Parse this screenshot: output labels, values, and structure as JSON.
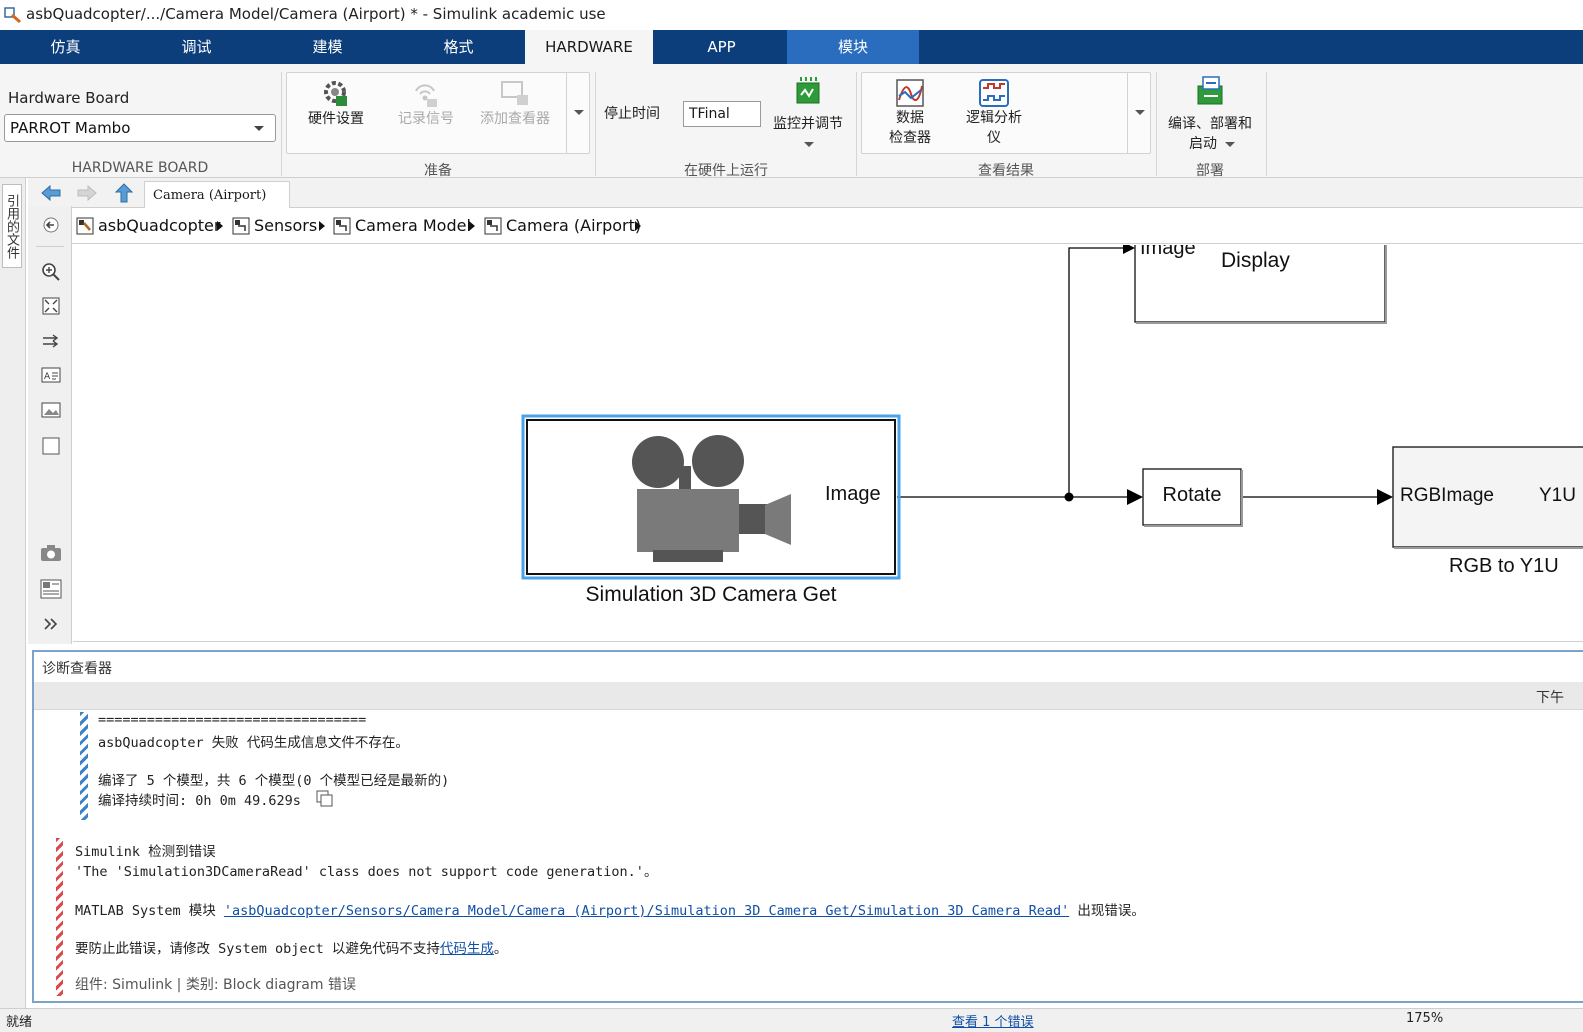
{
  "window": {
    "title": "asbQuadcopter/.../Camera Model/Camera (Airport) * - Simulink academic use"
  },
  "tabs": [
    {
      "label": "仿真"
    },
    {
      "label": "调试"
    },
    {
      "label": "建模"
    },
    {
      "label": "格式"
    },
    {
      "label": "HARDWARE"
    },
    {
      "label": "APP"
    },
    {
      "label": "模块"
    }
  ],
  "ribbon": {
    "hardware_board": {
      "label": "Hardware Board",
      "selected": "PARROT Mambo",
      "group_title": "HARDWARE BOARD"
    },
    "prepare": {
      "group_title": "准备",
      "hardware_settings": "硬件设置",
      "log_signals": "记录信号",
      "add_viewer": "添加查看器"
    },
    "run_on_hardware": {
      "group_title": "在硬件上运行",
      "stop_time_label": "停止时间",
      "stop_time_value": "TFinal",
      "monitor_tune": "监控并调节"
    },
    "review_results": {
      "group_title": "查看结果",
      "data_inspector_line1": "数据",
      "data_inspector_line2": "检查器",
      "logic_analyzer_line1": "逻辑分析",
      "logic_analyzer_line2": "仪"
    },
    "deploy": {
      "group_title": "部署",
      "build_line1": "编译、部署和",
      "build_line2": "启动"
    }
  },
  "left_strip": {
    "referenced_files": "引用的文件"
  },
  "navbar": {
    "current_tab": "Camera (Airport)"
  },
  "breadcrumb": [
    {
      "label": "asbQuadcopter"
    },
    {
      "label": "Sensors"
    },
    {
      "label": "Camera Model"
    },
    {
      "label": "Camera (Airport)"
    }
  ],
  "diagram": {
    "camera_block_port": "Image",
    "camera_block_name": "Simulation 3D Camera Get",
    "display_block_port": "Image",
    "display_block_name": "Display",
    "rotate_block_name": "Rotate",
    "rgb_block_port_in": "RGBImage",
    "rgb_block_port_out": "Y1U",
    "rgb_block_name": "RGB to Y1U"
  },
  "diagnostics": {
    "title": "诊断查看器",
    "time_cut": "下午",
    "separator": "=================================",
    "build_status": "asbQuadcopter  失败  代码生成信息文件不存在。",
    "built_models": "编译了 5 个模型，共 6 个模型(0 个模型已经是最新的)",
    "build_duration": "编译持续时间: 0h 0m 49.629s",
    "error_title": "Simulink 检测到错误",
    "error_message": " 'The 'Simulation3DCameraRead' class does not support code generation.'。",
    "error_block_prefix": " MATLAB System 模块 ",
    "error_block_link": "'asbQuadcopter/Sensors/Camera Model/Camera (Airport)/Simulation 3D Camera Get/Simulation 3D Camera Read'",
    "error_block_suffix": " 出现错误。",
    "fix_prefix": "要防止此错误，请修改 System object 以避免代码不支持",
    "fix_link": "代码生成",
    "fix_suffix": "。",
    "component": "组件: Simulink | 类别: Block diagram 错误"
  },
  "status": {
    "left": "就绪",
    "center": "查看 1 个错误",
    "zoom": "175%"
  }
}
